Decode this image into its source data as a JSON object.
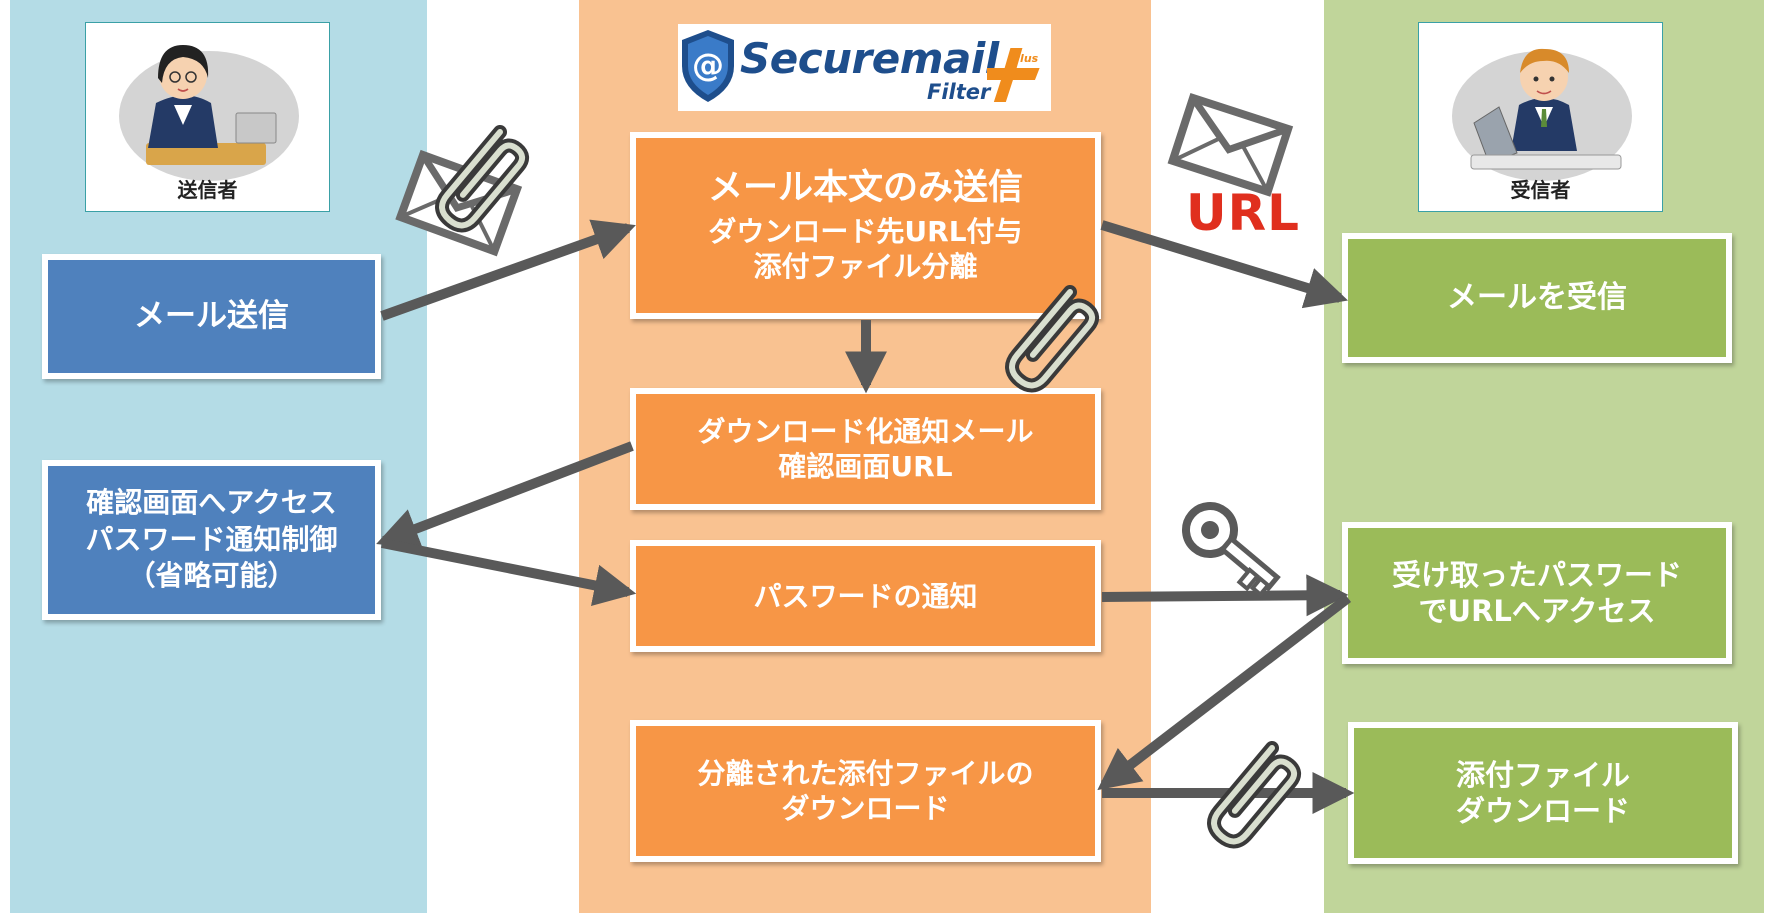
{
  "lanes": {
    "sender": {
      "role_label": "送信者"
    },
    "receiver": {
      "role_label": "受信者"
    }
  },
  "logo": {
    "badge_symbol": "@",
    "brand": "Securemail",
    "product": "Filter",
    "plus_text": "Plus"
  },
  "url_label": "URL",
  "boxes": {
    "send_mail": [
      "メール送信"
    ],
    "confirm_access": [
      "確認画面へアクセス",
      "パスワード通知制御",
      "（省略可能）"
    ],
    "body_only": [
      "メール本文のみ送信",
      "ダウンロード先URL付与",
      "添付ファイル分離"
    ],
    "download_notice": [
      "ダウンロード化通知メール",
      "確認画面URL"
    ],
    "password_notice": [
      "パスワードの通知"
    ],
    "separated_download": [
      "分離された添付ファイルの",
      "ダウンロード"
    ],
    "receive_mail": [
      "メールを受信"
    ],
    "access_with_password": [
      "受け取ったパスワード",
      "でURLへアクセス"
    ],
    "attachment_download": [
      "添付ファイル",
      "ダウンロード"
    ]
  },
  "colors": {
    "sender_lane": "#b4dce6",
    "service_lane": "#f9c291",
    "receiver_lane": "#c0d59a",
    "sender_box": "#4f81bd",
    "service_box": "#f79646",
    "receiver_box": "#9bbb59",
    "arrow": "#595959",
    "url_text": "#e02f1e",
    "brand": "#1e4e8c",
    "brand_accent": "#f08c1c"
  },
  "icons": [
    "envelope-icon",
    "paperclip-icon",
    "key-icon",
    "shield-icon",
    "plus-icon"
  ]
}
